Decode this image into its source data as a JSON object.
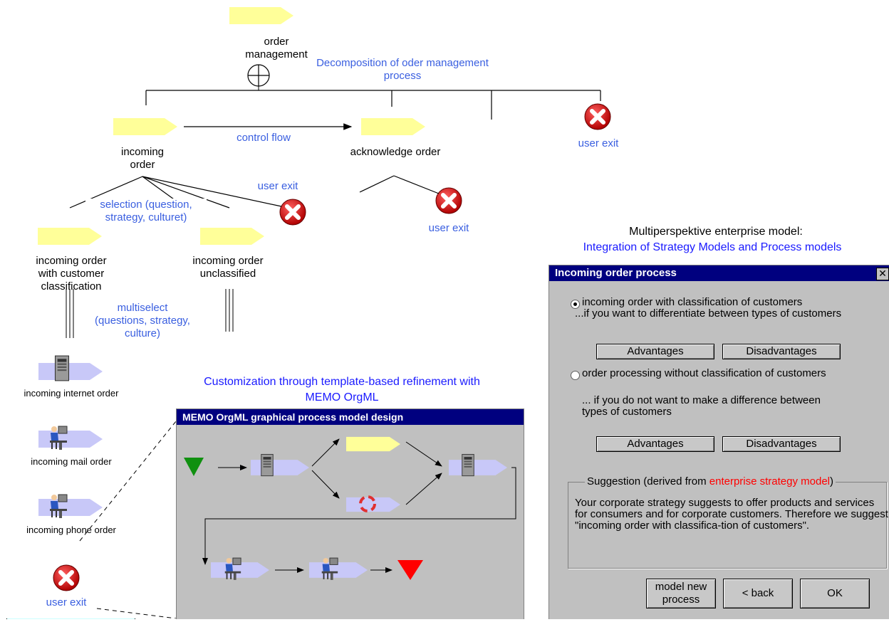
{
  "nodes": {
    "root_label": "order management",
    "decomposition_label": "Decomposition of oder management process",
    "control_flow_label": "control flow",
    "incoming_order_label": "incoming order",
    "acknowledge_order_label": "acknowledge order",
    "user_exit_top": "user exit",
    "user_exit_mid": "user exit",
    "user_exit_ack": "user exit",
    "selection_label": "selection (question, strategy, culturet)",
    "with_classification_label": "incoming order with customer classification",
    "unclassified_label": "incoming order unclassified",
    "multiselect_label": "multiselect (questions, strategy, culture)"
  },
  "variants_panel": {
    "items": [
      "incoming internet order",
      "incoming mail order",
      "incoming phone order"
    ],
    "user_exit": "user exit",
    "bg_color": "#ccffff"
  },
  "customization": {
    "heading": "Customization through template-based refinement with MEMO OrgML",
    "window_title": "MEMO OrgML graphical process model design"
  },
  "enterprise_model": {
    "heading_line1": "Multiperspektive enterprise model:",
    "heading_line2": "Integration of  Strategy Models and Process models"
  },
  "dialog": {
    "title": "Incoming order process",
    "option1_label": "incoming order with classification of customers",
    "option1_desc": "...if you want to differentiate between types of customers",
    "option2_label": "order processing without classification of customers",
    "option2_desc": "... if you do not want to make a difference between types of customers",
    "advantages": "Advantages",
    "disadvantages": "Disadvantages",
    "suggestion_prefix": "Suggestion (derived from ",
    "suggestion_link": "enterprise strategy model",
    "suggestion_suffix": ")",
    "suggestion_text": "Your corporate strategy suggests to offer products and services for consumers and for corporate customers. Therefore we suggest \"incoming order with classifica-tion of customers\".",
    "btn_model_new": "model new process",
    "btn_back": "< back",
    "btn_ok": "OK",
    "selected_option": "option1"
  },
  "colors": {
    "process_arrow": "#ffff99",
    "exit_red": "#e00000",
    "title_bar": "#00007f",
    "label_blue": "#3a5fe0",
    "link_red": "#ff0000"
  }
}
